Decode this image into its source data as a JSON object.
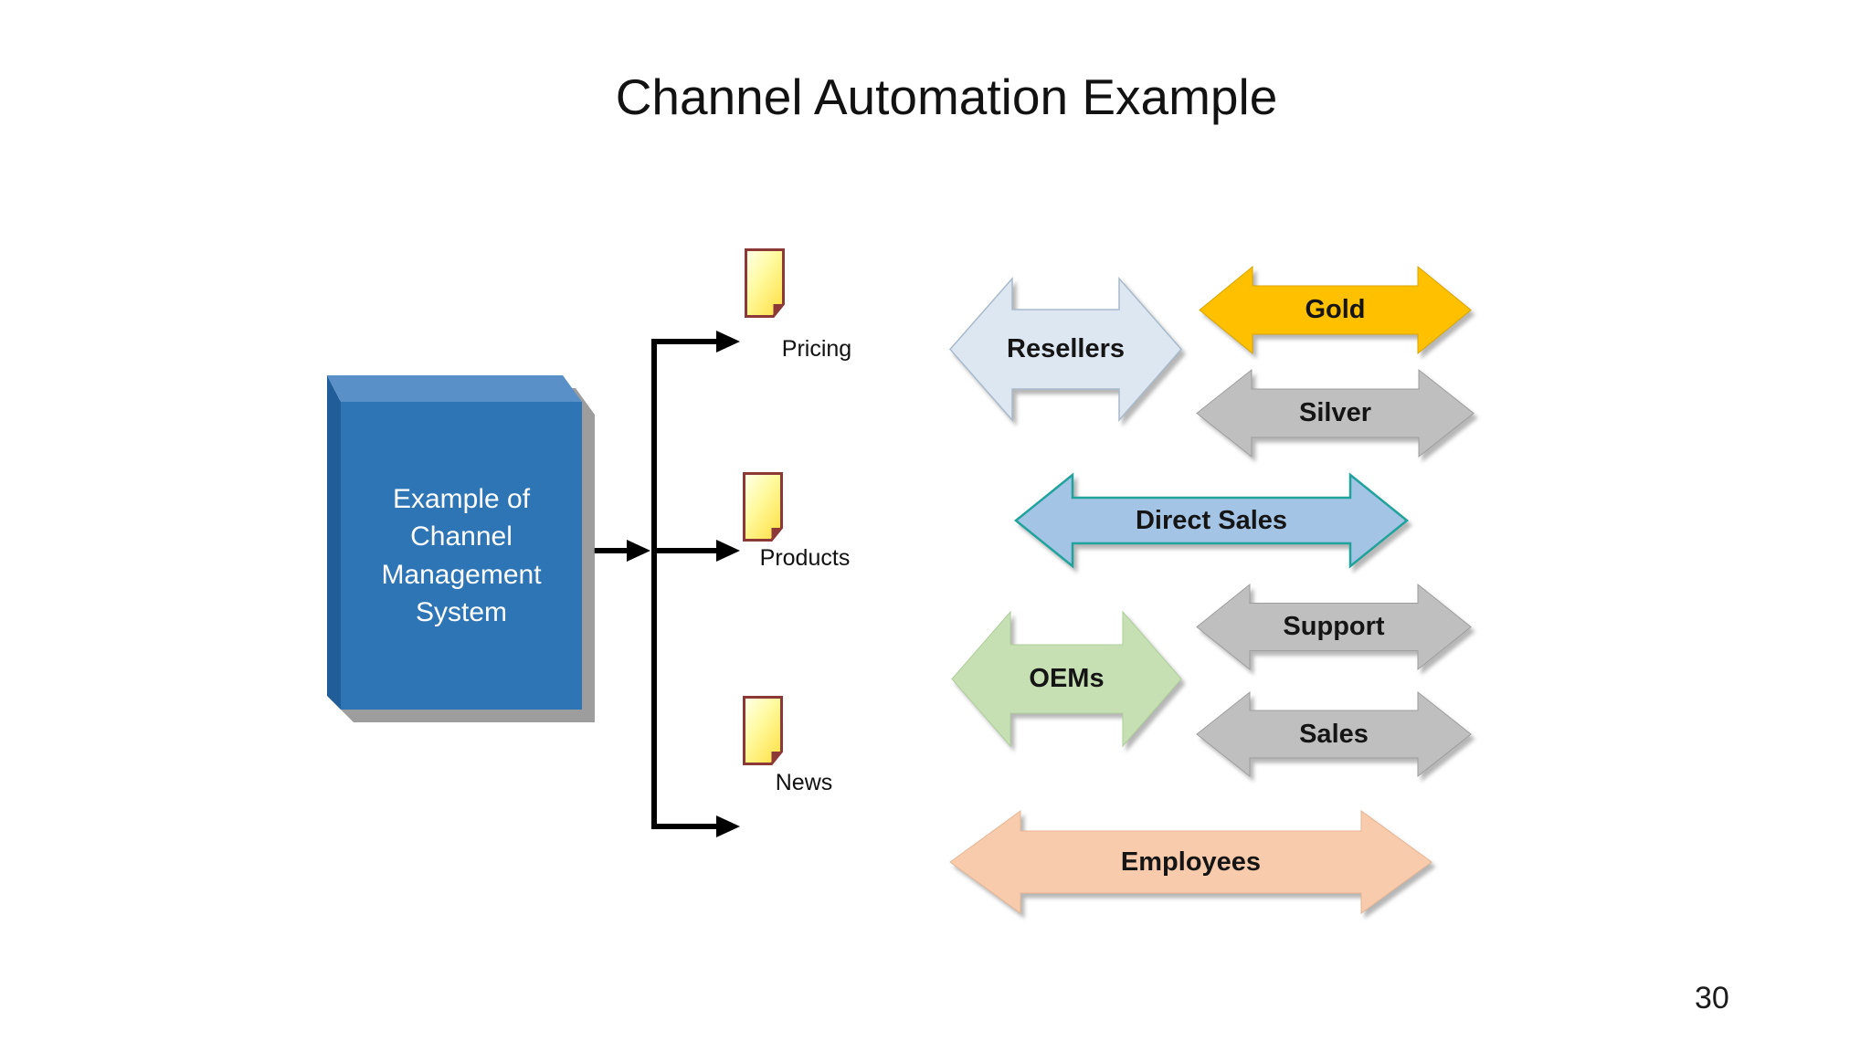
{
  "slide": {
    "title": "Channel Automation Example",
    "page_number": "30"
  },
  "system_box": {
    "label": "Example of Channel Management System",
    "front_color": "#2E75B6",
    "top_color": "#5990C7",
    "side_color": "#215E99",
    "text_color": "#FFFFFF"
  },
  "connector": {
    "color": "#000000"
  },
  "documents": [
    {
      "icon": "document-icon",
      "label": "Pricing"
    },
    {
      "icon": "document-icon",
      "label": "Products"
    },
    {
      "icon": "document-icon",
      "label": "News"
    }
  ],
  "doc_icon": {
    "border": "#8C3836",
    "grad_top": "#FFFFEC",
    "grad_mid": "#FFFA9E",
    "grad_deep": "#FFE049"
  },
  "arrows": {
    "resellers": {
      "label": "Resellers",
      "fill": "#DDE7F2",
      "stroke": "#A9BACB"
    },
    "gold": {
      "label": "Gold",
      "fill": "#FFC000",
      "stroke": "#D9A400"
    },
    "silver": {
      "label": "Silver",
      "fill": "#BFBFBF",
      "stroke": "#9E9E9E"
    },
    "direct_sales": {
      "label": "Direct Sales",
      "fill": "#A3C4E4",
      "stroke": "#21A39D"
    },
    "oems": {
      "label": "OEMs",
      "fill": "#C6E0B4",
      "stroke": "#AFCF9A"
    },
    "support": {
      "label": "Support",
      "fill": "#BFBFBF",
      "stroke": "#9E9E9E"
    },
    "sales": {
      "label": "Sales",
      "fill": "#BFBFBF",
      "stroke": "#9E9E9E"
    },
    "employees": {
      "label": "Employees",
      "fill": "#F8CBAD",
      "stroke": "#E5B694"
    }
  }
}
